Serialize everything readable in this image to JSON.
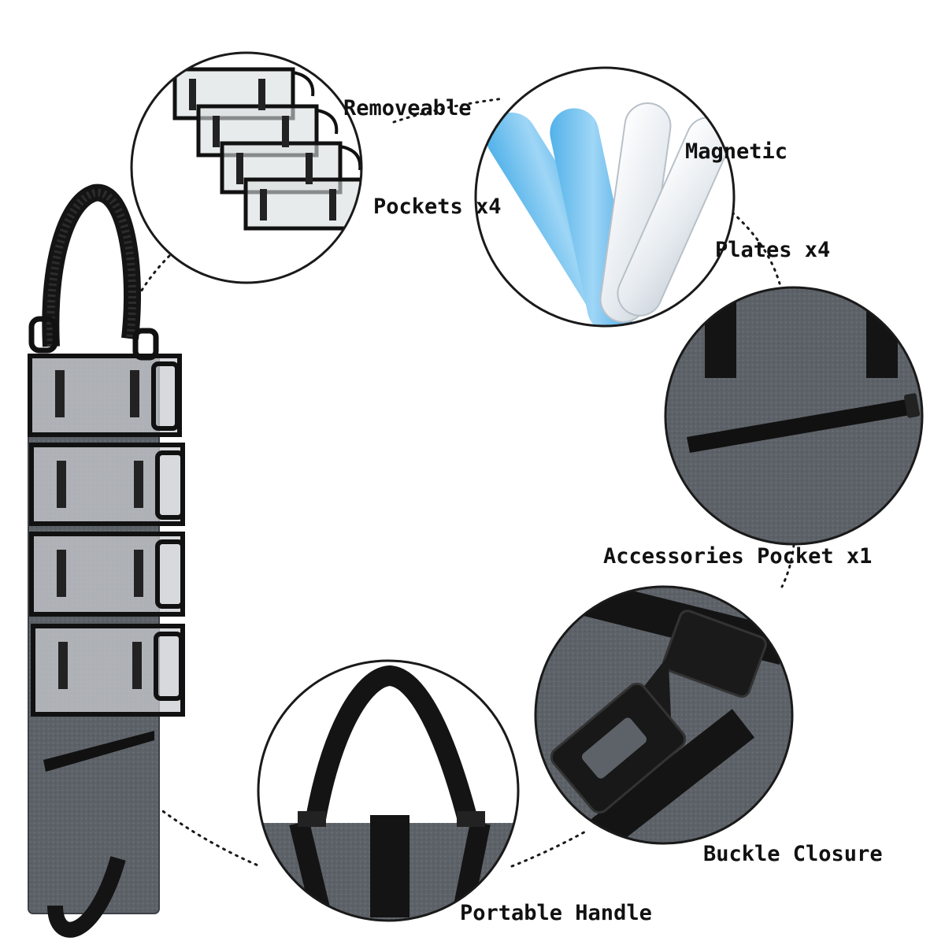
{
  "features": [
    {
      "id": "removeable-pockets",
      "line1": "Removeable",
      "line2": "Pockets x4"
    },
    {
      "id": "magnetic-plates",
      "line1": "Magnetic",
      "line2": "Plates x4"
    },
    {
      "id": "accessories-pocket",
      "line1": "Accessories Pocket x1"
    },
    {
      "id": "buckle-closure",
      "line1": "Buckle Closure"
    },
    {
      "id": "portable-handle",
      "line1": "Portable Handle"
    }
  ],
  "colors": {
    "felt_gray": "#5b6066",
    "felt_light": "#6b7076",
    "strap_black": "#141414",
    "plate_blue": "#5cb8ec",
    "plate_white": "#eef2f6",
    "circle_stroke": "#1a1a1a"
  },
  "product": {
    "pocket_count": 4,
    "plate_count": 4
  }
}
